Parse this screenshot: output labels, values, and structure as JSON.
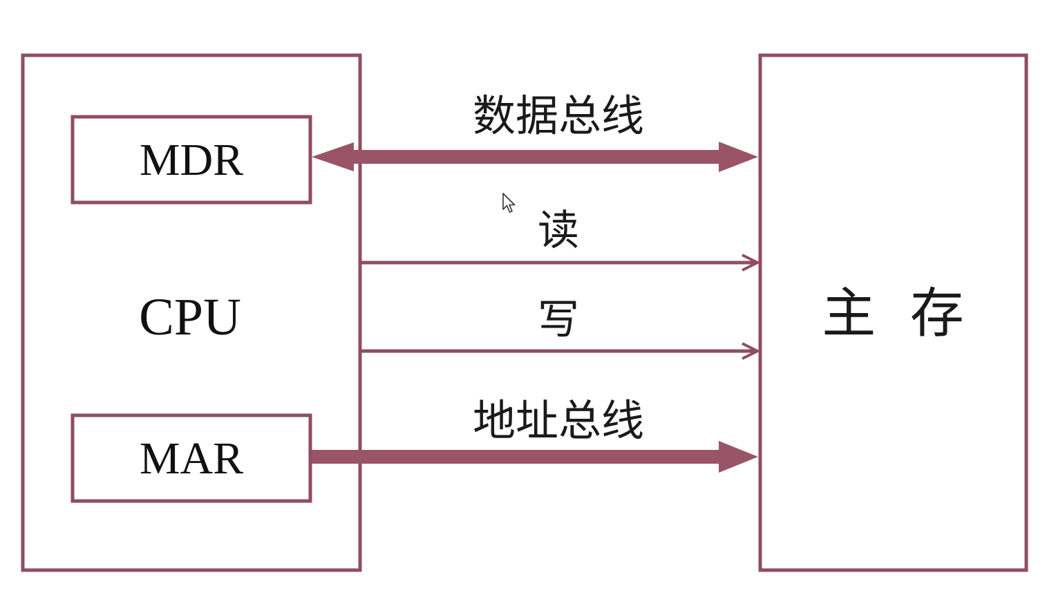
{
  "cpu": {
    "label": "CPU",
    "mdr_label": "MDR",
    "mar_label": "MAR"
  },
  "memory": {
    "label": "主  存"
  },
  "buses": {
    "data_bus_label": "数据总线",
    "read_label": "读",
    "write_label": "写",
    "address_bus_label": "地址总线"
  },
  "colors": {
    "stroke": "#8e4d62",
    "fill": "#9a5468",
    "text": "#111111"
  }
}
